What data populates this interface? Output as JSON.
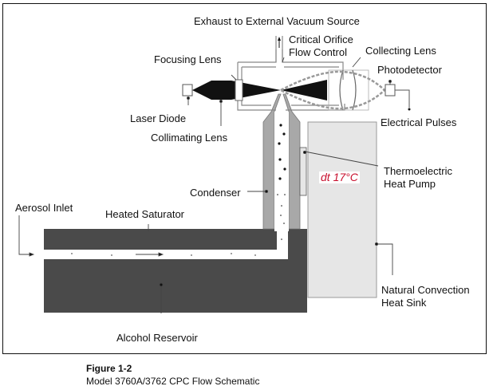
{
  "figure": {
    "title": "Figure 1-2",
    "caption": "Model 3760A/3762 CPC Flow Schematic"
  },
  "labels": {
    "exhaust": "Exhaust to External Vacuum Source",
    "critical_orifice_1": "Critical Orifice",
    "critical_orifice_2": "Flow Control",
    "focusing_lens": "Focusing Lens",
    "collecting_lens": "Collecting Lens",
    "photodetector": "Photodetector",
    "laser_diode": "Laser Diode",
    "collimating_lens": "Collimating Lens",
    "electrical_pulses": "Electrical Pulses",
    "thermoelectric_1": "Thermoelectric",
    "thermoelectric_2": "Heat Pump",
    "temperature_delta": "dt 17°C",
    "condenser": "Condenser",
    "aerosol_inlet": "Aerosol Inlet",
    "heated_saturator": "Heated Saturator",
    "natural_convection_1": "Natural Convection",
    "natural_convection_2": "Heat Sink",
    "alcohol_reservoir": "Alcohol Reservoir"
  },
  "colors": {
    "saturator": "#4a4a4a",
    "condenser_wall": "#a8a8a8",
    "heat_sink": "#e6e6e6",
    "annotation": "#c8102e"
  }
}
